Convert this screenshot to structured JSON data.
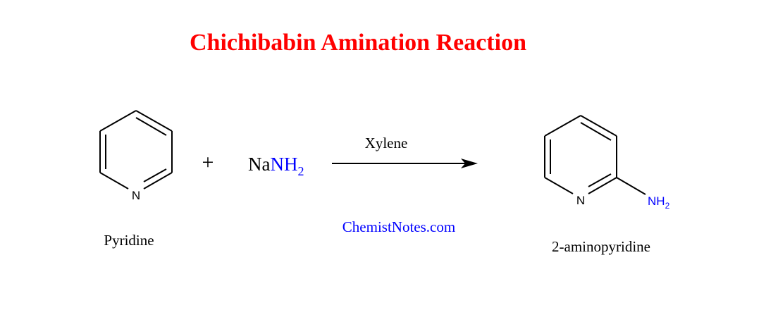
{
  "title": "Chichibabin Amination Reaction",
  "reactant1": {
    "name": "Pyridine",
    "ring_atom": "N"
  },
  "plus": "+",
  "reagent": {
    "prefix": "Na",
    "group": "NH",
    "subscript": "2"
  },
  "conditions": "Xylene",
  "watermark": "ChemistNotes.com",
  "product": {
    "name": "2-aminopyridine",
    "ring_atom": "N",
    "substituent": "NH",
    "subscript": "2"
  },
  "colors": {
    "title": "#ff0000",
    "accent": "#0000ff",
    "text": "#000000"
  }
}
